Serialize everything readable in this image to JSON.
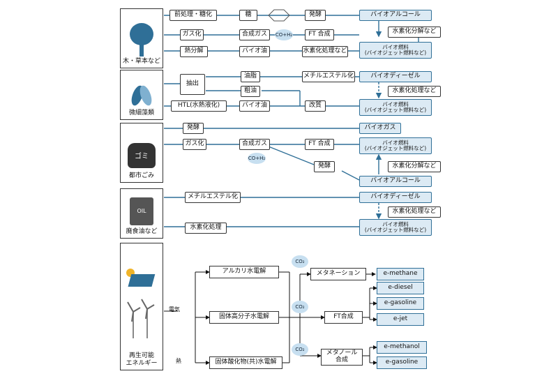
{
  "sources": {
    "wood": "木・草本など",
    "algae": "微細藻類",
    "waste": "都市ごみ",
    "oil": "廃食油など",
    "renewable": "再生可能\nエネルギー"
  },
  "processes": {
    "pretreat": "前処理・糖化",
    "sugar": "糖",
    "ferment": "発酵",
    "gasify": "ガス化",
    "syngas": "合成ガス",
    "ft": "FT 合成",
    "pyrolysis": "熱分解",
    "biooil": "バイオ油",
    "hydrotreat": "水素化処理など",
    "extract": "抽出",
    "fat": "油脂",
    "methylester": "メチルエステル化",
    "crude": "粗油",
    "htl": "HTL(水熱液化)",
    "biooil2": "バイオ油",
    "upgrade": "改質",
    "w_ferment": "発酵",
    "w_gasify": "ガス化",
    "w_syngas": "合成ガス",
    "w_ft": "FT 合成",
    "w_ferment2": "発酵",
    "o_methylester": "メチルエステル化",
    "o_hydro": "水素化処理",
    "alk": "アルカリ水電解",
    "pem": "固体高分子水電解",
    "soec": "固体酸化物(共)水電解",
    "methanation": "メタネーション",
    "ft2": "FT合成",
    "methanol_syn": "メタノール\n合成"
  },
  "products": {
    "bioalcohol": "バイオアルコール",
    "hydrocrack": "水素化分解など",
    "biofuel": "バイオ燃料\n(バイオジェット燃料など)",
    "biodiesel": "バイオディーゼル",
    "hydrotreat2": "水素化処理など",
    "biofuel2": "バイオ燃料\n(バイオジェット燃料など)",
    "biogas": "バイオガス",
    "biofuel3": "バイオ燃料\n(バイオジェット燃料など)",
    "hydrocrack2": "水素化分解など",
    "bioalcohol2": "バイオアルコール",
    "biodiesel2": "バイオディーゼル",
    "hydrotreat3": "水素化処理など",
    "biofuel4": "バイオ燃料\n(バイオジェット燃料など)",
    "emethane": "e-methane",
    "ediesel": "e-diesel",
    "egasoline": "e-gasoline",
    "ejet": "e-jet",
    "emethanol": "e-methanol",
    "egasoline2": "e-gasoline"
  },
  "annotations": {
    "coh2": "CO+H₂",
    "coh2b": "CO+H₂",
    "co2a": "CO₂",
    "co2b": "CO₂",
    "co2c": "CO₂",
    "elec": "電気",
    "heat": "熱",
    "oil_can": "OIL",
    "gomi": "ゴミ"
  }
}
